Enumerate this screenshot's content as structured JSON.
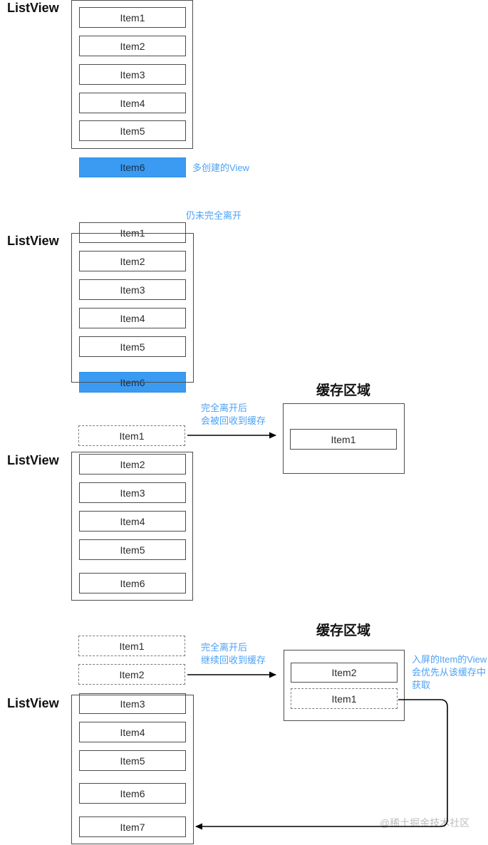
{
  "diagram": {
    "watermark": "@稀土掘金技术社区",
    "colors": {
      "highlight_blue": "#3b9bf2",
      "annotation_blue": "#4da2f5"
    },
    "s1": {
      "label": "ListView",
      "items": [
        "Item1",
        "Item2",
        "Item3",
        "Item4",
        "Item5"
      ],
      "extra_item": "Item6",
      "extra_note": "多创建的View"
    },
    "s2": {
      "label": "ListView",
      "note": "仍未完全离开",
      "top_item": "Item1",
      "items": [
        "Item2",
        "Item3",
        "Item4",
        "Item5"
      ],
      "bottom_item": "Item6"
    },
    "s3": {
      "label": "ListView",
      "note_line1": "完全离开后",
      "note_line2": "会被回收到缓存",
      "leaving_item": "Item1",
      "items": [
        "Item2",
        "Item3",
        "Item4",
        "Item5",
        "Item6"
      ],
      "cache_title": "缓存区域",
      "cache_item": "Item1"
    },
    "s4": {
      "label": "ListView",
      "note_line1": "完全离开后",
      "note_line2": "继续回收到缓存",
      "leaving_item1": "Item1",
      "leaving_item2": "Item2",
      "items": [
        "Item3",
        "Item4",
        "Item5",
        "Item6",
        "Item7"
      ],
      "cache_title": "缓存区域",
      "cache_solid_item": "Item2",
      "cache_dashed_item": "Item1",
      "reuse_note_line1": "入屏的Item的View",
      "reuse_note_line2": "会优先从该缓存中",
      "reuse_note_line3": "获取"
    }
  }
}
